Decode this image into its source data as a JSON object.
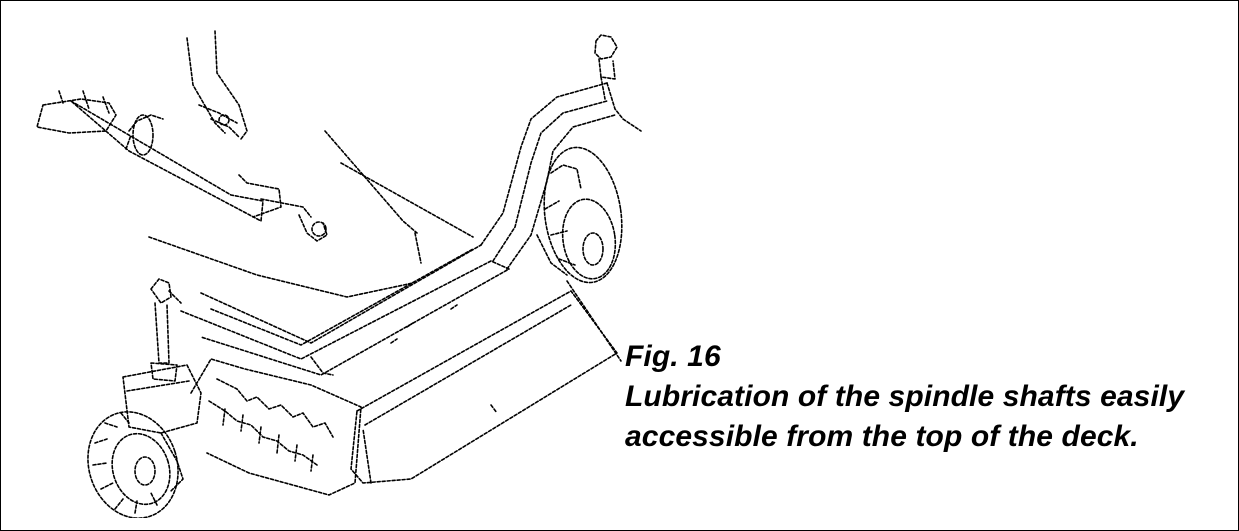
{
  "figure": {
    "label": "Fig. 16",
    "caption_line_1": "Lubrication of the spindle shafts easily",
    "caption_line_2": "accessible from the top of the deck."
  },
  "illustration": {
    "icon": "mower-deck-lubrication-illustration",
    "stroke_color": "#000000",
    "background_color": "#ffffff"
  }
}
